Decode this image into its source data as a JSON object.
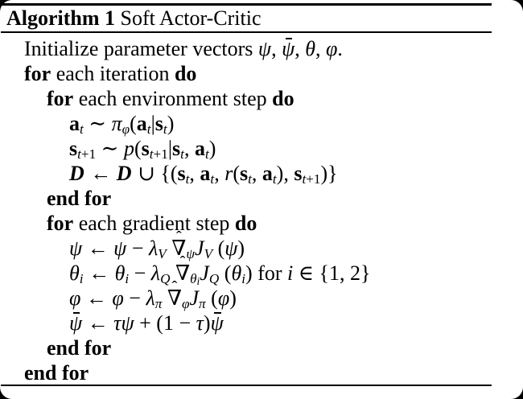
{
  "frame": {
    "background_color": "#ffffff",
    "corner_color": "#000000",
    "rule_color": "#000000",
    "text_color": "#000000"
  },
  "header": {
    "label": "Algorithm 1",
    "title": " Soft Actor-Critic"
  },
  "lines": [
    {
      "name": "line-initialize",
      "indent": 0,
      "html": "Initialize parameter vectors <i>ψ</i>, <i class='bar'>ψ</i>, <i>θ</i>, <i>φ</i>."
    },
    {
      "name": "line-for-iteration",
      "indent": 0,
      "html": "<b>for</b> each iteration <b>do</b>"
    },
    {
      "name": "line-for-env-step",
      "indent": 1,
      "html": "<b>for</b> each environment step <b>do</b>"
    },
    {
      "name": "line-sample-action",
      "indent": 2,
      "html": "<b>a</b><sub><i>t</i></sub> ∼ <i>π</i><sub><i>φ</i></sub>(<b>a</b><sub><i>t</i></sub>|<b>s</b><sub><i>t</i></sub>)"
    },
    {
      "name": "line-sample-transition",
      "indent": 2,
      "html": "<b>s</b><sub><i>t</i>+1</sub> ∼ <i>p</i>(<b>s</b><sub><i>t</i>+1</sub>|<b>s</b><sub><i>t</i></sub>, <b>a</b><sub><i>t</i></sub>)"
    },
    {
      "name": "line-buffer-update",
      "indent": 2,
      "html": "<i class='cal'>D</i> ← <i class='cal'>D</i> ∪ {(<b>s</b><sub><i>t</i></sub>, <b>a</b><sub><i>t</i></sub>, <i>r</i>(<b>s</b><sub><i>t</i></sub>, <b>a</b><sub><i>t</i></sub>), <b>s</b><sub><i>t</i>+1</sub>)}"
    },
    {
      "name": "line-end-for-env",
      "indent": 1,
      "html": "<b>end for</b>"
    },
    {
      "name": "line-for-gradient-step",
      "indent": 1,
      "html": "<b>for</b> each gradient step <b>do</b>"
    },
    {
      "name": "line-value-update",
      "indent": 2,
      "html": "<i>ψ</i> ← <i>ψ</i> − <i>λ</i><sub><i>V</i></sub> <span class='hat'>∇</span><sub><i>ψ</i></sub><i>J</i><sub><i>V</i></sub> (<i>ψ</i>)"
    },
    {
      "name": "line-q-update",
      "indent": 2,
      "html": "<i>θ</i><sub><i>i</i></sub> ← <i>θ</i><sub><i>i</i></sub> − <i>λ</i><sub><i>Q</i></sub> <span class='hat'>∇</span><sub><i>θ</i><sub><i>i</i></sub></sub><i>J</i><sub><i>Q</i></sub> (<i>θ</i><sub><i>i</i></sub>) for <i>i</i> ∈ {1, 2}"
    },
    {
      "name": "line-policy-update",
      "indent": 2,
      "html": "<i>φ</i> ← <i>φ</i> − <i>λ</i><sub><i>π</i></sub> <span class='hat'>∇</span><sub><i>φ</i></sub><i>J</i><sub><i>π</i></sub> (<i>φ</i>)"
    },
    {
      "name": "line-target-update",
      "indent": 2,
      "html": "<i class='bar'>ψ</i> ← <i>τψ</i> + (1 − <i>τ</i>)<i class='bar'>ψ</i>"
    },
    {
      "name": "line-end-for-gradient",
      "indent": 1,
      "html": "<b>end for</b>"
    },
    {
      "name": "line-end-for-iteration",
      "indent": 0,
      "html": "<b>end for</b>"
    }
  ]
}
